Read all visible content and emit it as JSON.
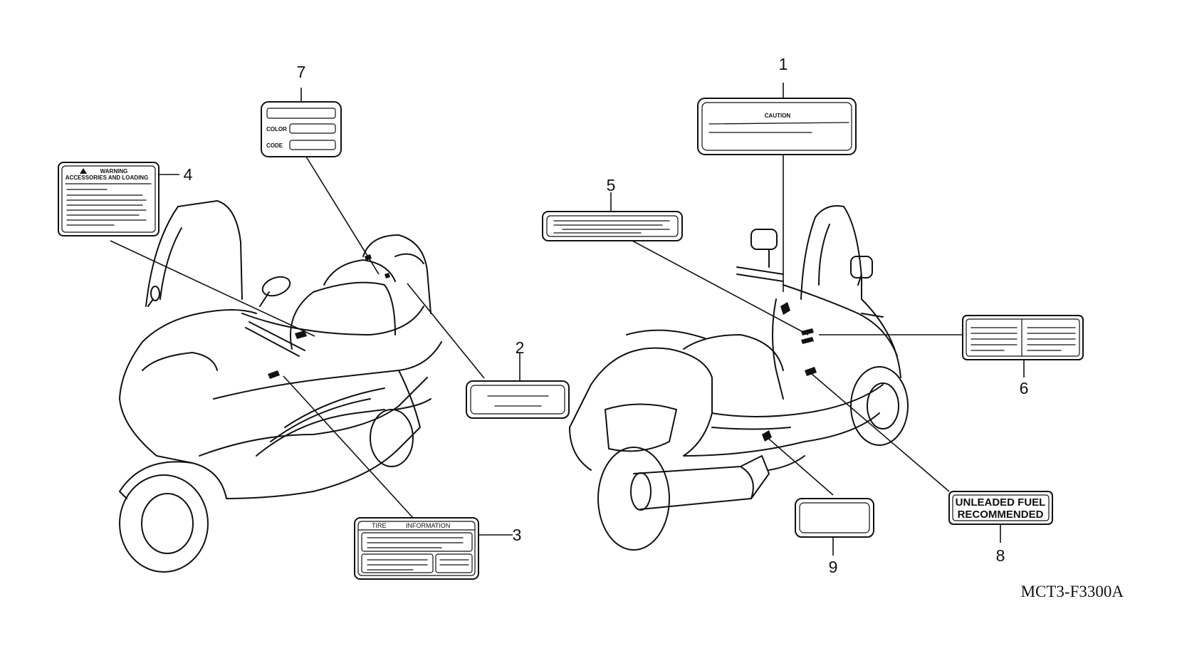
{
  "diagram_code": "MCT3-F3300A",
  "callouts": [
    "1",
    "2",
    "3",
    "4",
    "5",
    "6",
    "7",
    "8",
    "9"
  ],
  "labels": {
    "caution": "CAUTION",
    "warning_line1": "WARNING",
    "warning_line2": "ACCESSORIES AND LOADING",
    "color": "COLOR",
    "code": "CODE",
    "tire_info_a": "TIRE",
    "tire_info_b": "INFORMATION",
    "fuel_line1": "UNLEADED FUEL",
    "fuel_line2": "RECOMMENDED"
  }
}
